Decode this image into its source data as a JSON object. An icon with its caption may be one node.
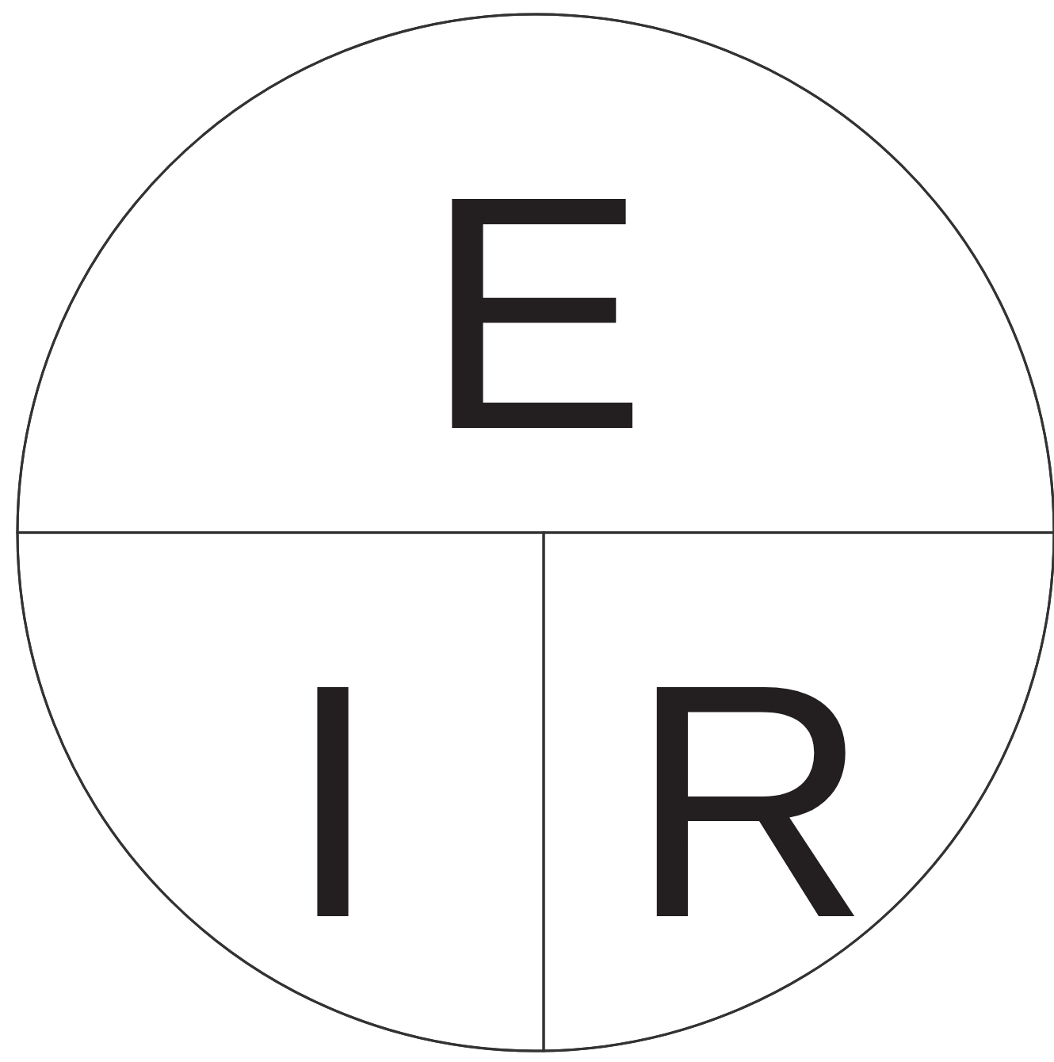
{
  "diagram": {
    "nodes": [
      {
        "text": [],
        "shape": "circle"
      },
      {
        "text": [
          "E"
        ],
        "in": 0
      },
      {
        "text": [
          "I"
        ],
        "in": 0
      },
      {
        "text": [
          "R"
        ],
        "in": 0
      }
    ],
    "edges": []
  }
}
